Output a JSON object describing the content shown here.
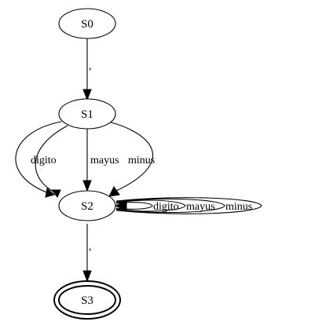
{
  "diagram": {
    "nodes": [
      {
        "id": "S0",
        "label": "S0",
        "shape": "ellipse"
      },
      {
        "id": "S1",
        "label": "S1",
        "shape": "ellipse"
      },
      {
        "id": "S2",
        "label": "S2",
        "shape": "ellipse"
      },
      {
        "id": "S3",
        "label": "S3",
        "shape": "doubleellipse"
      }
    ],
    "edges": [
      {
        "from": "S0",
        "to": "S1",
        "label": ","
      },
      {
        "from": "S1",
        "to": "S2",
        "label": ""
      },
      {
        "from": "S1",
        "to": "S2",
        "label": "digito"
      },
      {
        "from": "S1",
        "to": "S2",
        "label": "mayus"
      },
      {
        "from": "S1",
        "to": "S2",
        "label": "minus"
      },
      {
        "from": "S2",
        "to": "S2",
        "label": ""
      },
      {
        "from": "S2",
        "to": "S2",
        "label": "digito"
      },
      {
        "from": "S2",
        "to": "S2",
        "label": "mayus"
      },
      {
        "from": "S2",
        "to": "S2",
        "label": "minus"
      },
      {
        "from": "S2",
        "to": "S3",
        "label": ","
      }
    ]
  },
  "colors": {
    "stroke": "#000000",
    "fill": "#ffffff",
    "background": "#ffffff"
  }
}
